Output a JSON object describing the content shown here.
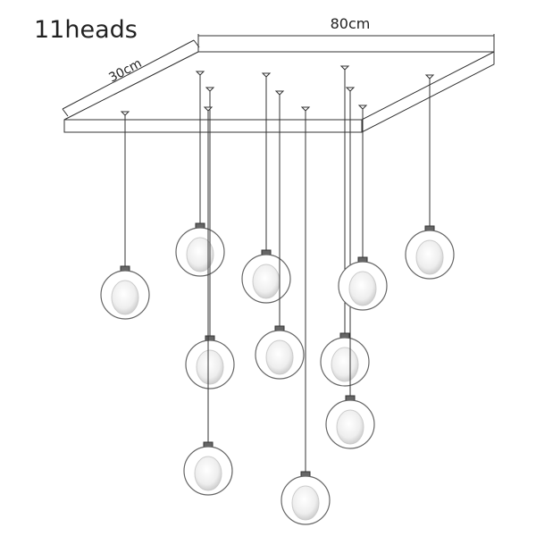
{
  "title": "11heads",
  "dimensions": {
    "length": "80cm",
    "width": "30cm"
  },
  "pendant_count": 11
}
